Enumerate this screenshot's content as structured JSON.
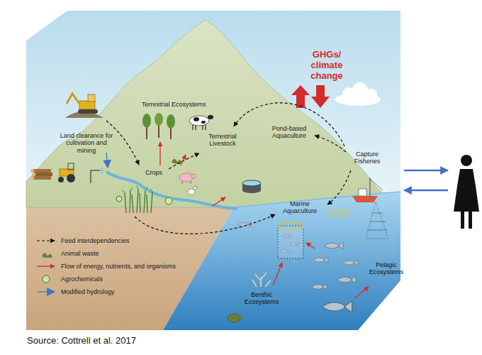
{
  "diagram": {
    "caption": "Source: Cottrell et al. 2017",
    "labels": [
      "GHGs/ climate change",
      "Terrestrial Ecosystems",
      "Land clearance for cultivation and mining",
      "Crops",
      "Terrestrial Livestock",
      "Pond-based Aquaculture",
      "Capture Fisheries",
      "Marine Aquaculture",
      "Pelagic Ecosystems",
      "Benthic Ecosystems"
    ],
    "legend": [
      {
        "text": "Feed interdependencies"
      },
      {
        "text": "Animal waste"
      },
      {
        "text": "Flow of energy, nutrients, and organisms"
      },
      {
        "text": "Agrochemicals"
      },
      {
        "text": "Modified hydrology"
      }
    ]
  }
}
